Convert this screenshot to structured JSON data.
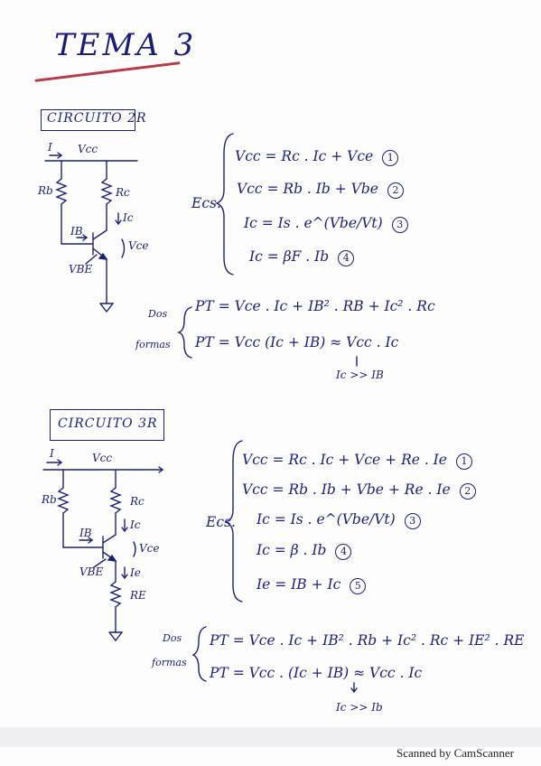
{
  "title": "TEMA 3",
  "section1": {
    "box_label": "CIRCUITO 2R",
    "circuit": {
      "current_in": "I",
      "vcc": "Vcc",
      "rb": "Rb",
      "rc": "Rc",
      "ic": "Ic",
      "ib": "IB",
      "vce": "Vce",
      "vbe": "VBE"
    },
    "ecs_label": "Ecs.",
    "equations": [
      {
        "text": "Vcc = Rc . Ic + Vce",
        "num": "1"
      },
      {
        "text": "Vcc = Rb . Ib + Vbe",
        "num": "2"
      },
      {
        "text": "Ic = Is . e^(Vbe/Vt)",
        "num": "3"
      },
      {
        "text": "Ic = βF . Ib",
        "num": "4"
      }
    ],
    "formas_label_1": "Dos",
    "formas_label_2": "formas",
    "pt_lines": [
      "PT = Vce . Ic + IB² . RB + Ic² . Rc",
      "PT = Vcc (Ic + IB) ≈ Vcc . Ic"
    ],
    "note": "Ic >> IB"
  },
  "section2": {
    "box_label": "CIRCUITO 3R",
    "circuit": {
      "current_in": "I",
      "vcc": "Vcc",
      "rb": "Rb",
      "rc": "Rc",
      "ic": "Ic",
      "ib": "IB",
      "vce": "Vce",
      "vbe": "VBE",
      "ie": "Ie",
      "re": "RE"
    },
    "ecs_label": "Ecs.",
    "equations": [
      {
        "text": "Vcc = Rc . Ic + Vce + Re . Ie",
        "num": "1"
      },
      {
        "text": "Vcc = Rb . Ib + Vbe + Re . Ie",
        "num": "2"
      },
      {
        "text": "Ic = Is . e^(Vbe/Vt)",
        "num": "3"
      },
      {
        "text": "Ic = β . Ib",
        "num": "4"
      },
      {
        "text": "Ie = IB + Ic",
        "num": "5"
      }
    ],
    "formas_label_1": "Dos",
    "formas_label_2": "formas",
    "pt_lines": [
      "PT = Vce . Ic + IB² . Rb + Ic² . Rc + IE² . RE",
      "PT = Vcc . (Ic + IB) ≈ Vcc . Ic"
    ],
    "note": "Ic >> Ib"
  },
  "footer": "Scanned by CamScanner",
  "colors": {
    "ink": "#1c1f7a",
    "underline": "#b83a4a"
  }
}
